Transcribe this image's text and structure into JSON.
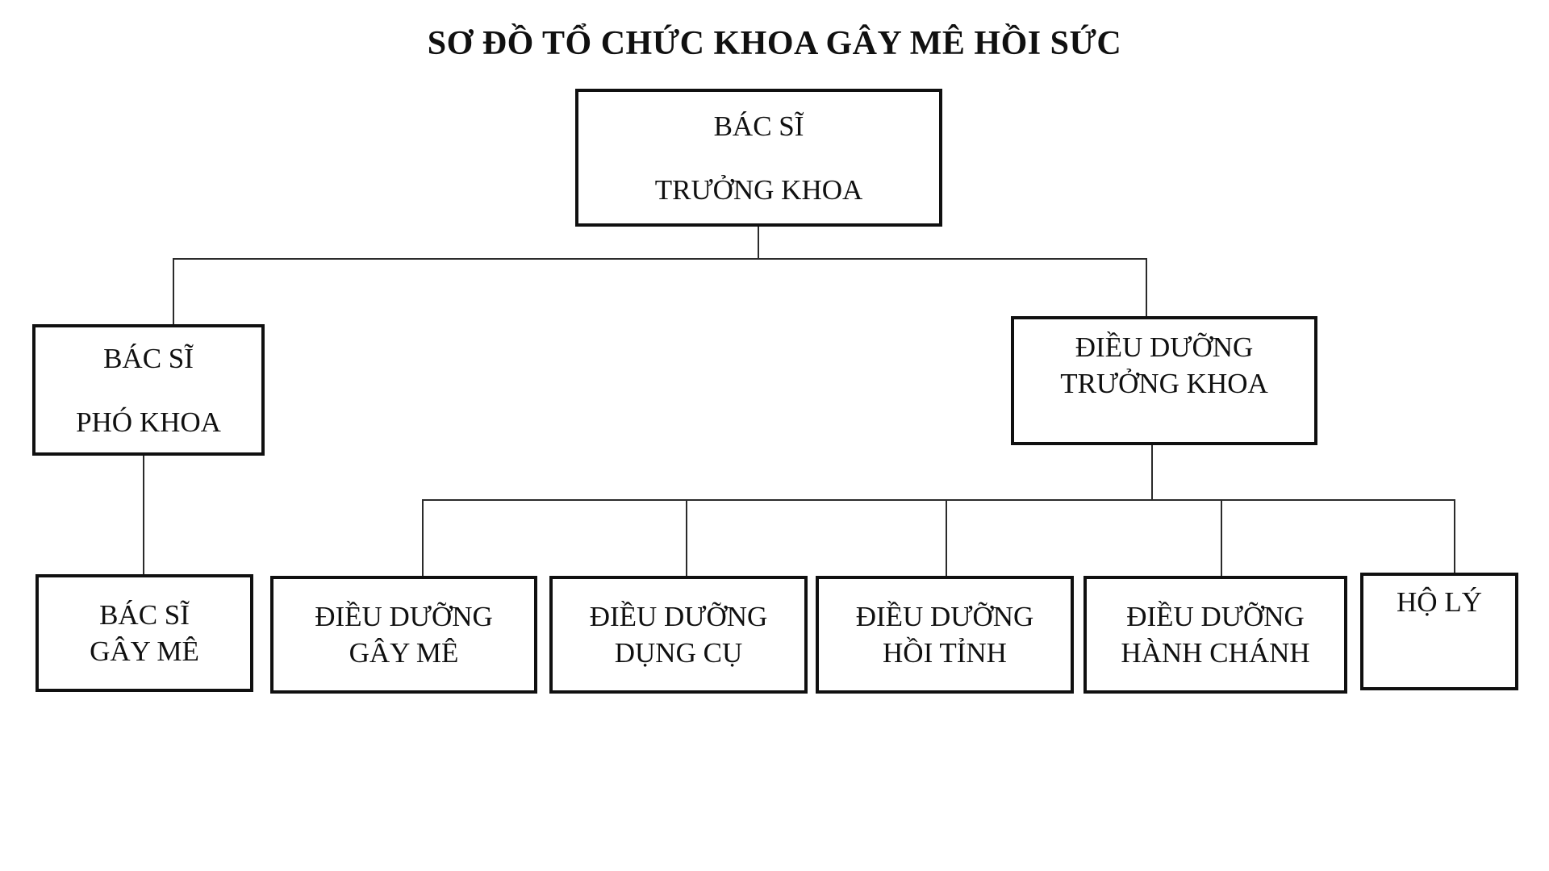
{
  "title": "SƠ ĐỒ TỔ CHỨC KHOA GÂY MÊ HỒI SỨC",
  "nodes": {
    "truong_khoa": {
      "line1": "BÁC SĨ",
      "line2": "TRƯỞNG KHOA"
    },
    "pho_khoa": {
      "line1": "BÁC SĨ",
      "line2": "PHÓ KHOA"
    },
    "dieu_duong_truong_khoa": {
      "line1": "ĐIỀU DƯỠNG",
      "line2": "TRƯỞNG KHOA"
    },
    "bac_si_gay_me": {
      "line1": "BÁC SĨ",
      "line2": "GÂY MÊ"
    },
    "dieu_duong_gay_me": {
      "line1": "ĐIỀU DƯỠNG",
      "line2": "GÂY MÊ"
    },
    "dieu_duong_dung_cu": {
      "line1": "ĐIỀU DƯỠNG",
      "line2": "DỤNG CỤ"
    },
    "dieu_duong_hoi_tinh": {
      "line1": "ĐIỀU DƯỠNG",
      "line2": "HỒI TỈNH"
    },
    "dieu_duong_hanh_chanh": {
      "line1": "ĐIỀU DƯỠNG",
      "line2": "HÀNH CHÁNH"
    },
    "ho_ly": {
      "line1": "HỘ LÝ"
    }
  },
  "colors": {
    "background": "#ffffff",
    "box_border": "#101010",
    "text": "#101010",
    "connector": "#2b2b2b"
  }
}
